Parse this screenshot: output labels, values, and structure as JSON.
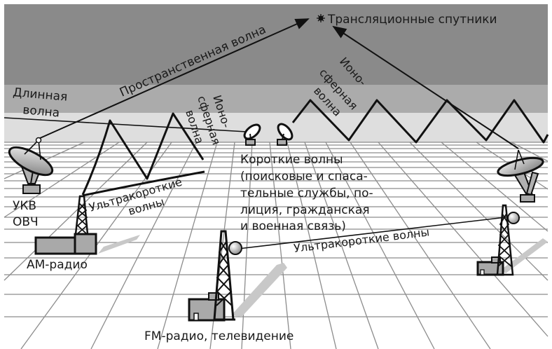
{
  "diagram": {
    "title": "Radio wave propagation types",
    "colors": {
      "background": "#ffffff",
      "sky_upper": "#8a8a8a",
      "sky_middle": "#ababab",
      "sky_lower": "#dedede",
      "grid_line": "#8c8c8c",
      "equipment_fill": "#a9a9a9",
      "line": "#111111",
      "shadow": "#c8c8c8"
    },
    "labels": {
      "satellites": "Трансляционные спутники",
      "space_wave": "Пространственная волна",
      "long_wave_1": "Длинная",
      "long_wave_2": "волна",
      "iono_left_1": "Ионо-",
      "iono_left_2": "сферная",
      "iono_left_3": "волна",
      "iono_right_1": "Ионо-",
      "iono_right_2": "сферная",
      "iono_right_3": "волна",
      "short_waves": [
        "Короткие волны",
        "(поисковые и спаса-",
        "тельные службы, по-",
        "лиция, гражданская",
        "и военная связь)"
      ],
      "vhf_1": "УКВ",
      "vhf_2": "ОВЧ",
      "uhf_left_1": "Ультракороткие",
      "uhf_left_2": "волны",
      "am_radio": "АМ-радио",
      "uhf_right": "Ультракороткие волны",
      "fm_tv": "FM-радио, телевидение"
    },
    "nodes": [
      {
        "id": "satellites",
        "label": "Трансляционные спутники"
      },
      {
        "id": "vhf-dish",
        "label": "УКВ ОВЧ"
      },
      {
        "id": "am-tower",
        "label": "АМ-радио"
      },
      {
        "id": "fm-tower",
        "label": "FM-радио, телевидение"
      },
      {
        "id": "shortwave-dish-1",
        "label": "Короткие волны"
      },
      {
        "id": "shortwave-dish-2",
        "label": "Короткие волны"
      },
      {
        "id": "right-dish",
        "label": ""
      },
      {
        "id": "right-tower",
        "label": ""
      }
    ],
    "edges": [
      {
        "from": "vhf-dish",
        "to": "satellites",
        "label": "Пространственная волна"
      },
      {
        "from": "right-dish",
        "to": "satellites",
        "label": ""
      },
      {
        "from": "left-edge",
        "to": "shortwave-dish-1",
        "label": "Длинная волна"
      },
      {
        "from": "am-tower",
        "to": "sky",
        "label": "Ионосферная волна"
      },
      {
        "from": "shortwave-dish-2",
        "to": "right-edge",
        "label": "Ионосферная волна"
      },
      {
        "from": "am-tower",
        "to": "ground",
        "label": "Ультракороткие волны"
      },
      {
        "from": "fm-tower",
        "to": "right-tower",
        "label": "Ультракороткие волны"
      }
    ]
  }
}
